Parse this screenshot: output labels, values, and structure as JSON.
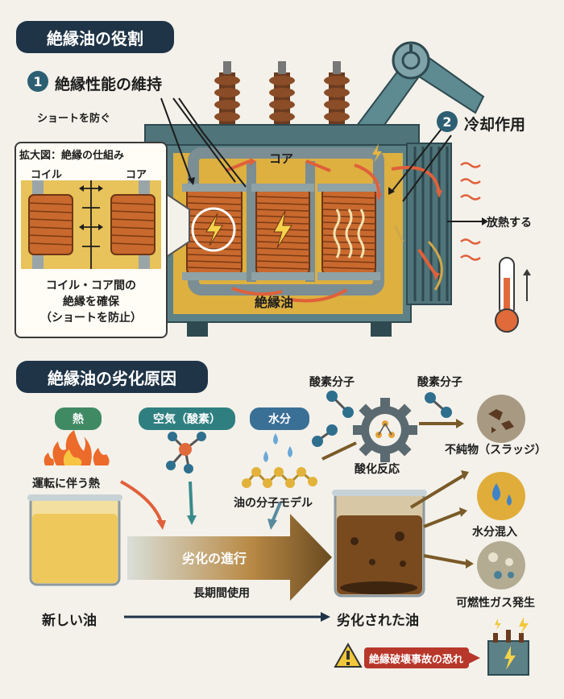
{
  "section1": {
    "title": "絶縁油の役割",
    "item1": {
      "num": "1",
      "label": "絶縁性能の維持"
    },
    "item2": {
      "num": "2",
      "label": "冷却作用"
    },
    "short_note": "ショートを防ぐ",
    "core_label": "コア",
    "oil_label": "絶縁油",
    "heat_label": "放熱する",
    "zoom": {
      "title": "拡大図：絶縁の仕組み",
      "coil_label": "コイル",
      "core_label": "コア",
      "caption_line1": "コイル・コア間の",
      "caption_line2": "絶縁を確保",
      "caption_line3": "（ショートを防止）"
    }
  },
  "section2": {
    "title": "絶縁油の劣化原因",
    "tag_heat": "熱",
    "tag_air": "空気（酸素）",
    "tag_water": "水分",
    "heat_caption": "運転に伴う熱",
    "oxygen1": "酸素分子",
    "oxygen2": "酸素分子",
    "oil_model": "油の分子モデル",
    "oxidation": "酸化反応",
    "progress": "劣化の進行",
    "long_use": "長期間使用",
    "new_oil": "新しい油",
    "old_oil": "劣化された油",
    "result1": "不純物（スラッジ）",
    "result2": "水分混入",
    "result3": "可燃性ガス発生",
    "warning": "絶縁破壊事故の恐れ"
  },
  "colors": {
    "navy": "#1f3447",
    "oil": "#e8b43a",
    "copper": "#c9692e",
    "tag_green": "#3f8a63",
    "tag_teal": "#2f7f80",
    "tag_blue": "#3a6f96",
    "warning_red": "#b7372a"
  }
}
